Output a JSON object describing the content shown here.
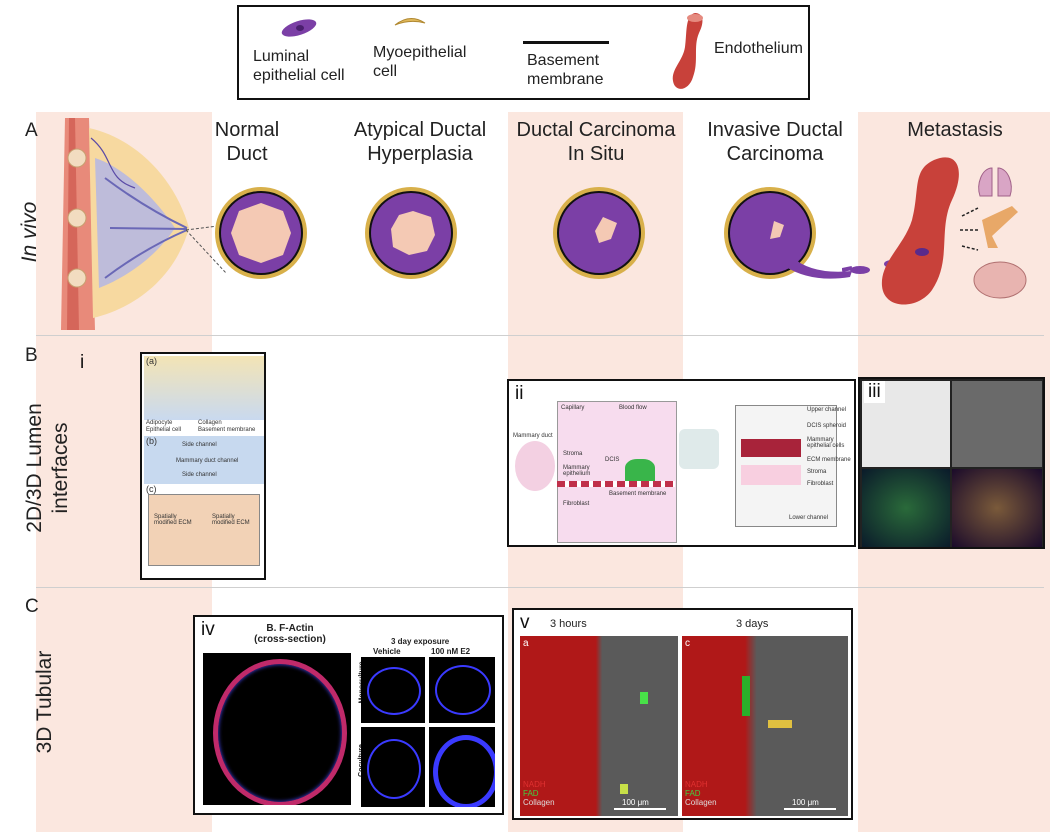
{
  "legend": {
    "luminal": "Luminal\nepithelial cell",
    "myo": "Myoepithelial\ncell",
    "basement": "Basement\nmembrane",
    "endothelium": "Endothelium"
  },
  "sections": {
    "a": "A",
    "b": "B",
    "c": "C"
  },
  "row_labels": {
    "invivo": "In vivo",
    "lumen": "2D/3D Lumen\ninterfaces",
    "tubular": "3D Tubular"
  },
  "stages": [
    "Normal\nDuct",
    "Atypical Ductal\nHyperplasia",
    "Ductal Carcinoma\nIn Situ",
    "Invasive Ductal\nCarcinoma",
    "Metastasis"
  ],
  "panels": {
    "i": {
      "roman": "i",
      "labels": [
        "(a)",
        "Adipocyte",
        "Collagen",
        "Epithelial cell",
        "Basement membrane",
        "(b)",
        "Side channel",
        "Mammary duct channel",
        "Side channel",
        "(c)",
        "Spatially modified ECM",
        "Spatially modified ECM"
      ]
    },
    "ii": {
      "roman": "ii",
      "labels": [
        "Capillary",
        "Blood flow",
        "Mammary duct",
        "Stroma",
        "Mammary epithelium",
        "DCIS",
        "Basement membrane",
        "Fibroblast",
        "Upper channel",
        "DCIS spheroid",
        "Mammary epithelial cells",
        "ECM membrane",
        "Stroma",
        "Fibroblast",
        "Lower channel"
      ]
    },
    "iii": {
      "roman": "iii"
    },
    "iv": {
      "roman": "iv",
      "title": "B. F-Actin\n(cross-section)",
      "exposure": "3 day exposure",
      "vehicle": "Vehicle",
      "e2": "100 nM E2",
      "mono": "Monoculture",
      "co": "Coculture"
    },
    "v": {
      "roman": "v",
      "t1": "3 hours",
      "t2": "3 days",
      "sub1": "a",
      "sub2": "c",
      "nadh": "NADH",
      "fad": "FAD",
      "collagen": "Collagen",
      "scale": "100 μm"
    }
  },
  "colors": {
    "pink_band": "#fbe7df",
    "luminal": "#7b3fa6",
    "myo": "#e0b85a",
    "endothelium": "#c8413a"
  }
}
